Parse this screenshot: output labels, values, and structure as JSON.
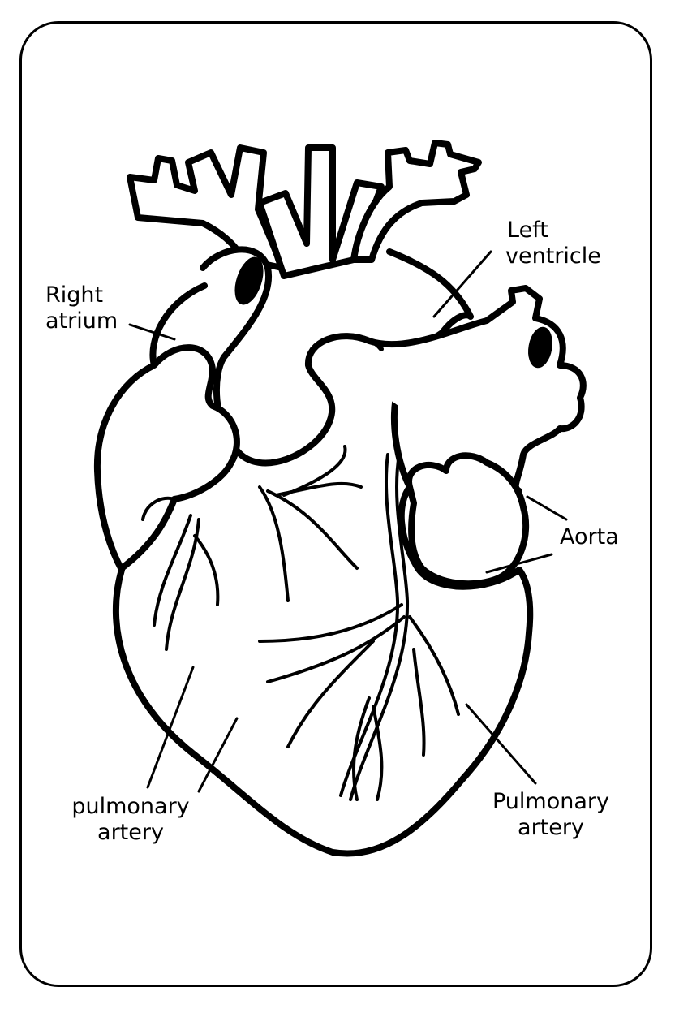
{
  "colors": {
    "ink": "#000000",
    "paper": "#ffffff"
  },
  "labels": {
    "right_atrium": [
      "Right",
      "atrium"
    ],
    "left_ventricle": [
      "Left",
      "ventricle"
    ],
    "aorta": [
      "Aorta"
    ],
    "pulmonary_artery_left": [
      "pulmonary",
      "artery"
    ],
    "pulmonary_artery_right": [
      "Pulmonary",
      "artery"
    ]
  }
}
